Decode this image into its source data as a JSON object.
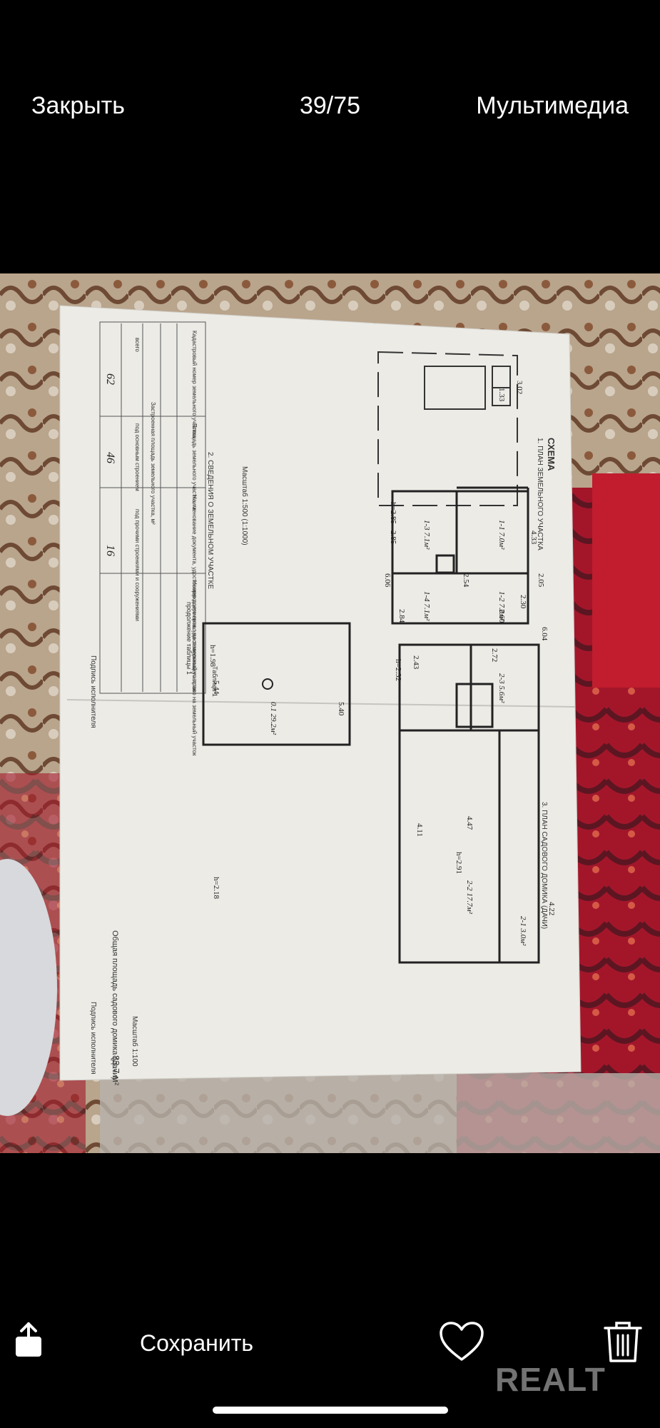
{
  "header": {
    "close_label": "Закрыть",
    "counter": "39/75",
    "media_label": "Мультимедиа"
  },
  "photo": {
    "description_icon": "floor-plan-document",
    "doc": {
      "title": "СХЕМА",
      "section1": "1. ПЛАН ЗЕМЕЛЬНОГО УЧАСТКА",
      "section2": "2. СВЕДЕНИЯ О ЗЕМЕЛЬНОМ УЧАСТКЕ",
      "section3": "3. ПЛАН САДОВОГО ДОМИКА (ДАЧИ)",
      "scale1": "Масштаб 1:500 (1:1000)",
      "scale2": "Масштаб 1:100",
      "total_area_label": "Общая площадь садового домика (дачи)",
      "total_area_value": "83.7 м²",
      "signature_label": "Подпись исполнителя",
      "table_caption": "Таблица 1",
      "table_cont": "продолжение таблицы 1",
      "col1": "Кадастровый номер земельного участка",
      "col2": "Площадь земельного участка, га",
      "col3": "Наименование документа, удостоверяющего право на земельный участок",
      "col4": "Номер документа, удостоверяющего право на земельный участок",
      "built_area": "Застроенная площадь земельного участка, м²",
      "sub1": "всего",
      "sub2": "под основным строением",
      "sub3": "под прочими строениями и сооружениями",
      "v_total": "62",
      "v_main": "46",
      "v_other": "16",
      "dims": [
        "4.33",
        "2.05",
        "6.04",
        "5.40",
        "5.44",
        "6.06",
        "2.84",
        "2.60",
        "2.54",
        "2.30",
        "4.22",
        "4.11",
        "4.47",
        "2.43",
        "2.72",
        "3.02",
        "1.33",
        "2.85"
      ],
      "rooms": [
        "1-1 7.0м²",
        "1-2 7.0м²",
        "1-3 7.1м²",
        "1-4 7.1м²",
        "2-1 3.0м²",
        "2-2 17.7м²",
        "2-3 5.6м²",
        "0.1 29.2м²"
      ],
      "heights": [
        "h=2.85",
        "h=1.98",
        "h=2.18",
        "h=2.91",
        "h=2.32"
      ]
    }
  },
  "footer": {
    "save_label": "Сохранить",
    "watermark": "REALT"
  },
  "colors": {
    "background": "#000000",
    "text": "#ffffff"
  }
}
